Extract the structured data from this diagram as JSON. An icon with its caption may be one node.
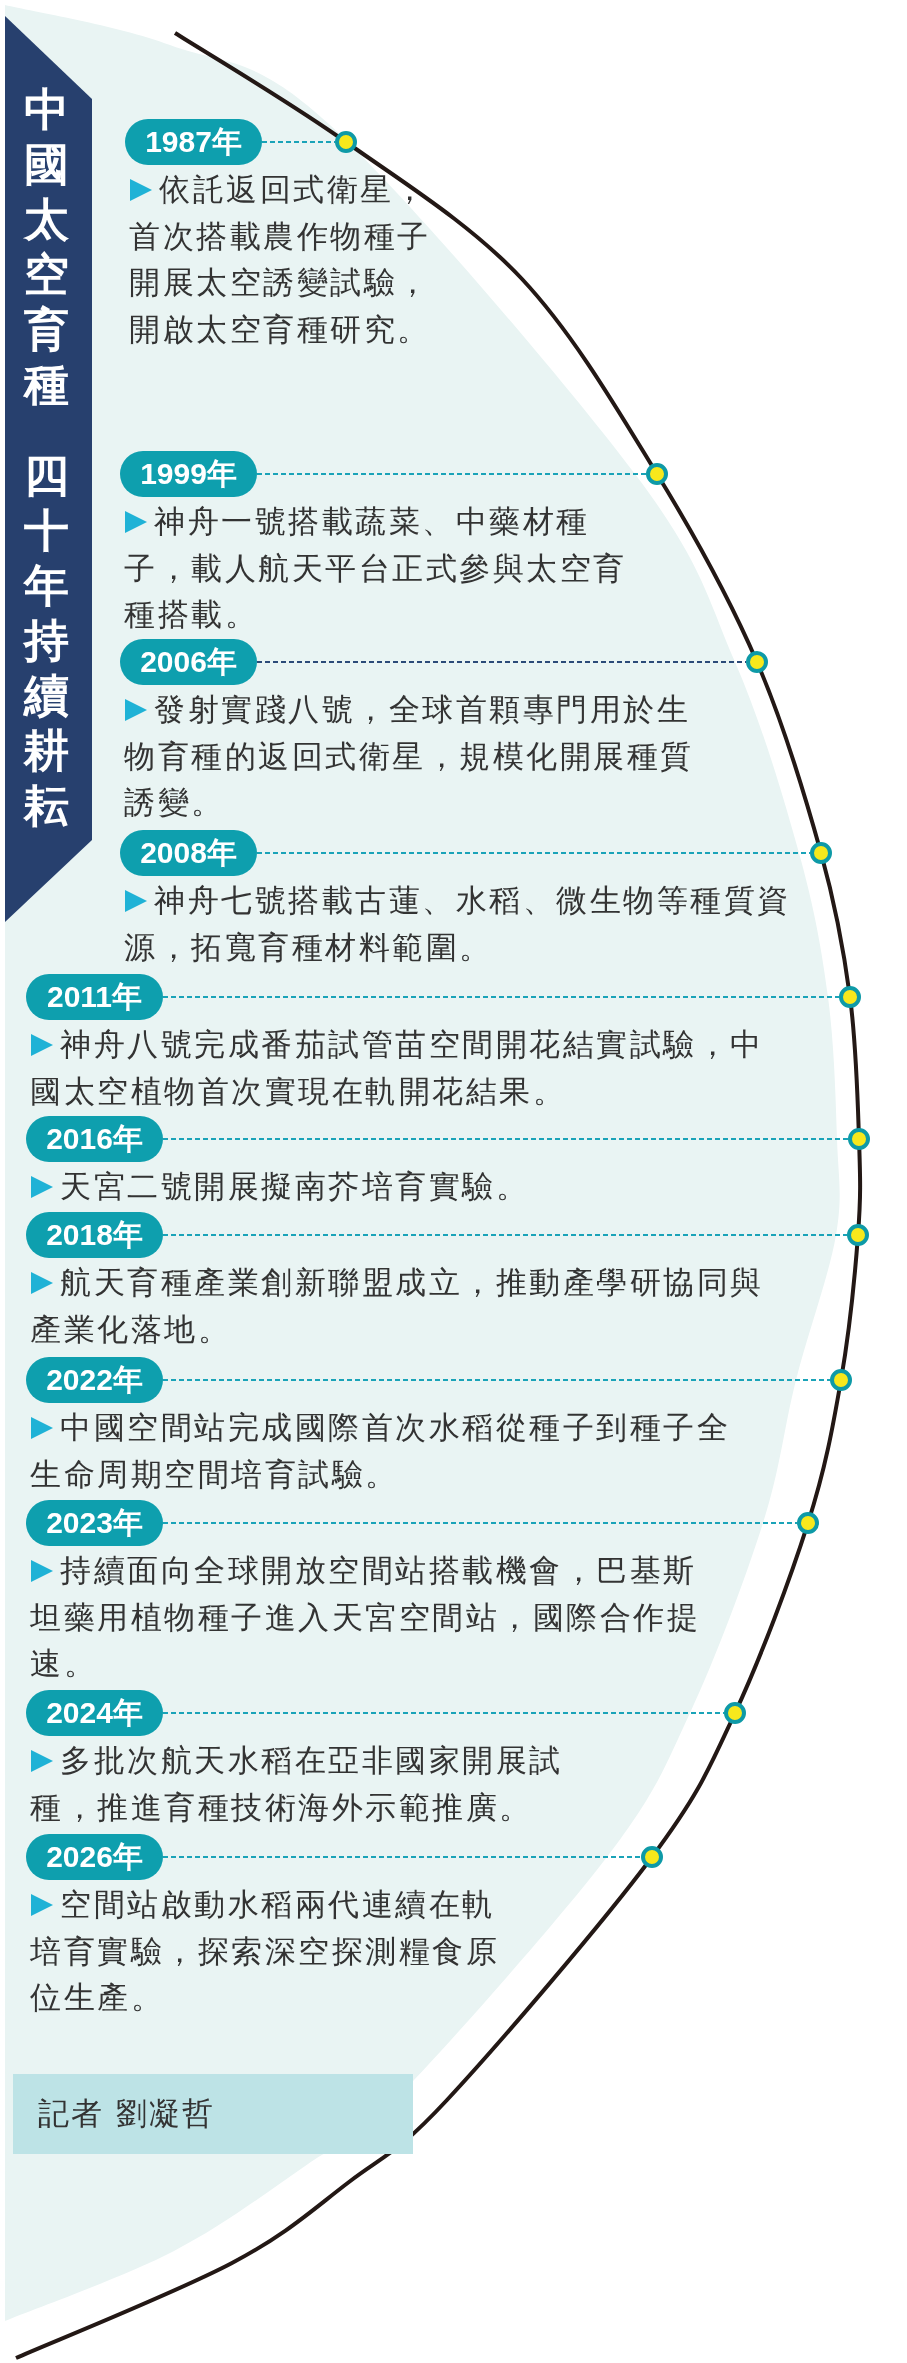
{
  "diagram": {
    "title": "中國太空育種",
    "labels": [
      "四十年持續耕耘"
    ],
    "nodes": [
      {
        "text": [
          "1987年"
        ],
        "beside": [
          "依託返回式衛星，首次搭載農作物種子開展太空誘變試驗，開啟太空育種研究。"
        ]
      },
      {
        "text": [],
        "shape": "circle"
      },
      {
        "text": [
          "1999年"
        ],
        "beside": [
          "神舟一號搭載蔬菜、中藥材種子，載人航天平台正式參與太空育種搭載。"
        ]
      },
      {
        "text": [],
        "shape": "circle"
      },
      {
        "text": [
          "2006年"
        ],
        "beside": [
          "發射實踐八號，全球首顆專門用於生物育種的返回式衛星，規模化開展種質誘變。"
        ]
      },
      {
        "text": [],
        "shape": "circle"
      },
      {
        "text": [
          "2008年"
        ],
        "beside": [
          "神舟七號搭載古蓮、水稻、微生物等種質資源，拓寬育種材料範圍。"
        ]
      },
      {
        "text": [],
        "shape": "circle"
      },
      {
        "text": [
          "2011年"
        ],
        "beside": [
          "神舟八號完成番茄試管苗空間開花結實試驗，中國太空植物首次實現在軌開花結果。"
        ]
      },
      {
        "text": [],
        "shape": "circle"
      },
      {
        "text": [
          "2016年"
        ],
        "beside": [
          "天宮二號開展擬南芥培育實驗。"
        ]
      },
      {
        "text": [],
        "shape": "circle"
      },
      {
        "text": [
          "2018年"
        ],
        "beside": [
          "航天育種產業創新聯盟成立，推動產學研協同與產業化落地。"
        ]
      },
      {
        "text": [],
        "shape": "circle"
      },
      {
        "text": [
          "2022年"
        ],
        "beside": [
          "中國空間站完成國際首次水稻從種子到種子全生命周期空間培育試驗。"
        ]
      },
      {
        "text": [],
        "shape": "circle"
      },
      {
        "text": [
          "2023年"
        ],
        "beside": [
          "持續面向全球開放空間站搭載機會，巴基斯坦藥用植物種子進入天宮空間站，國際合作提速。"
        ]
      },
      {
        "text": [],
        "shape": "circle"
      },
      {
        "text": [
          "2024年"
        ],
        "beside": [
          "多批次航天水稻在亞非國家開展試種，推進育種技術海外示範推廣。"
        ]
      },
      {
        "text": [],
        "shape": "circle"
      },
      {
        "text": [
          "2026年"
        ],
        "beside": [
          "空間站啟動水稻兩代連續在軌培育實驗，探索深空探測糧食原位生產。"
        ]
      },
      {
        "text": [],
        "shape": "circle"
      },
      {
        "text": [
          "記者 劉凝哲"
        ]
      }
    ],
    "edges": [
      {
        "from": 0,
        "to": 1,
        "arrow": "none",
        "style": "dashed"
      },
      {
        "from": 2,
        "to": 3,
        "arrow": "none",
        "style": "dashed"
      },
      {
        "from": 4,
        "to": 5,
        "arrow": "none",
        "style": "dashed",
        "color": "#2b4a78"
      },
      {
        "from": 6,
        "to": 7,
        "arrow": "none",
        "style": "dashed"
      },
      {
        "from": 8,
        "to": 9,
        "arrow": "none",
        "style": "dashed"
      },
      {
        "from": 10,
        "to": 11,
        "arrow": "none",
        "style": "dashed"
      },
      {
        "from": 12,
        "to": 13,
        "arrow": "none",
        "style": "dashed"
      },
      {
        "from": 14,
        "to": 15,
        "arrow": "none",
        "style": "dashed"
      },
      {
        "from": 16,
        "to": 17,
        "arrow": "none",
        "style": "dashed"
      },
      {
        "from": 18,
        "to": 19,
        "arrow": "none",
        "style": "dashed"
      },
      {
        "from": 20,
        "to": 21,
        "arrow": "none",
        "style": "dashed"
      }
    ]
  }
}
